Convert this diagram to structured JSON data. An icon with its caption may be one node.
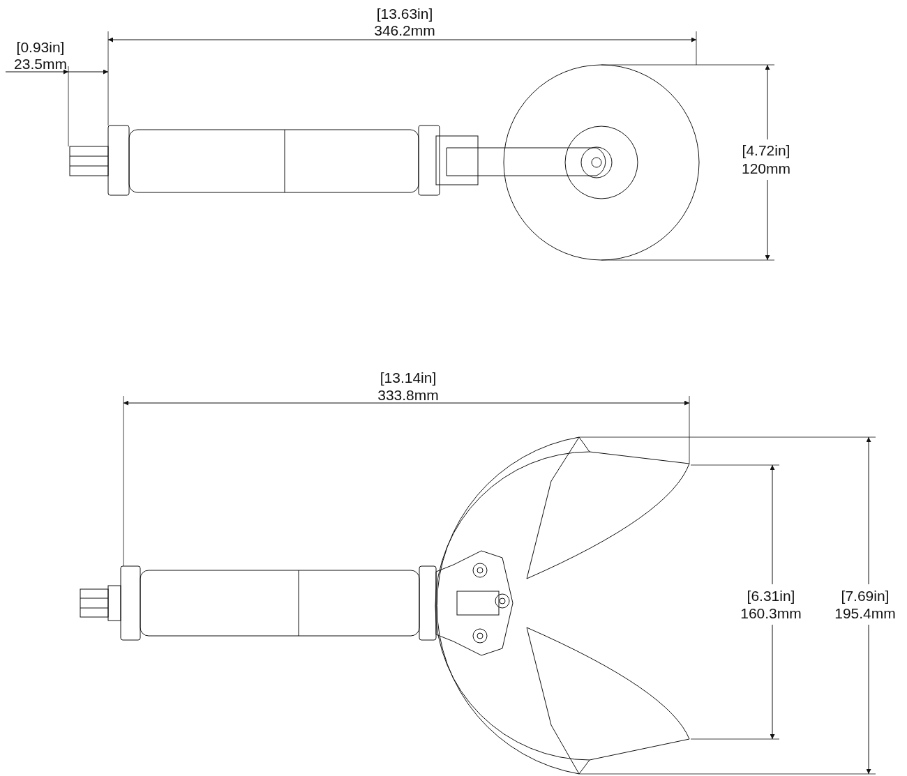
{
  "diagram": {
    "labels": [
      "[13.63in]",
      "346.2mm",
      "[0.93in]",
      "23.5mm",
      "[4.72in]",
      "120mm",
      "[13.14in]",
      "333.8mm",
      "[6.31in]",
      "160.3mm",
      "[7.69in]",
      "195.4mm"
    ]
  }
}
